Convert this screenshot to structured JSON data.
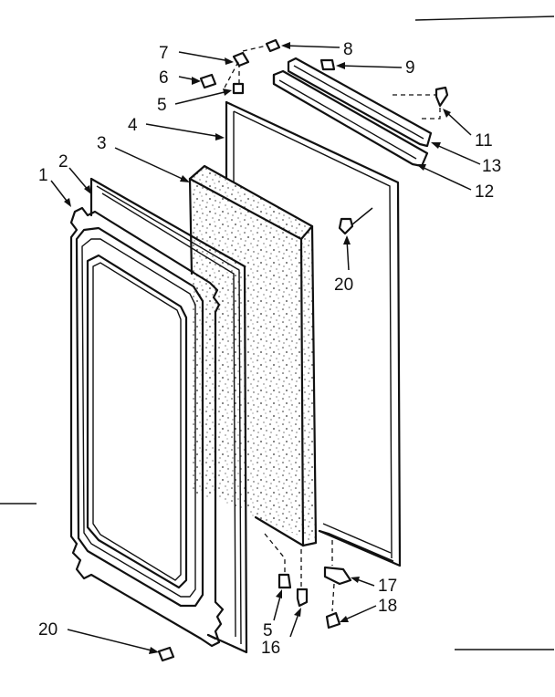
{
  "callouts": {
    "c1": "1",
    "c2": "2",
    "c3": "3",
    "c4": "4",
    "c5a": "5",
    "c5b": "5",
    "c6": "6",
    "c7": "7",
    "c8": "8",
    "c9": "9",
    "c11": "11",
    "c12": "12",
    "c13": "13",
    "c16": "16",
    "c17": "17",
    "c18": "18",
    "c20a": "20",
    "c20b": "20"
  }
}
